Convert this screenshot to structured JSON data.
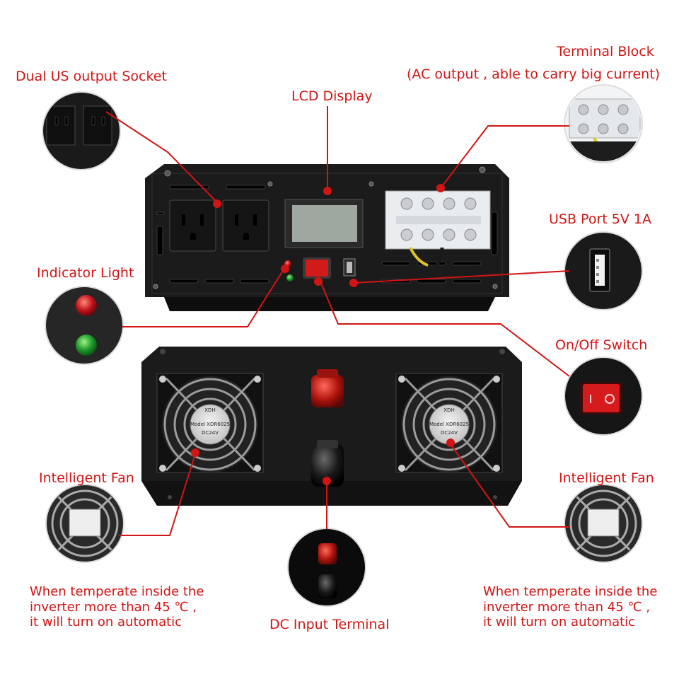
{
  "labels": {
    "dual_socket": "Dual US output Socket",
    "lcd_display": "LCD Display",
    "terminal_block_title": "Terminal Block",
    "terminal_block_sub": "(AC output , able to carry big current)",
    "usb_port": "USB Port   5V 1A",
    "indicator_light": "Indicator Light",
    "onoff_switch": "On/Off Switch",
    "fan_left": "Intelligent Fan",
    "fan_right": "Intelligent Fan",
    "dc_input": "DC Input Terminal"
  },
  "notes": {
    "left": [
      "When temperate inside the",
      "inverter more than 45 ℃ ,",
      "it will turn on automatic"
    ],
    "right": [
      "When temperate inside the",
      "inverter more than 45 ℃ ,",
      "it will turn on automatic"
    ]
  },
  "fan_sticker": {
    "brand": "XDH",
    "model": "Model XDR6025",
    "spec": "DC24V"
  },
  "colors": {
    "accent": "#d21414",
    "body": "#1b1b1b",
    "led_red": "#c0141a",
    "led_green": "#1e9a2a"
  }
}
